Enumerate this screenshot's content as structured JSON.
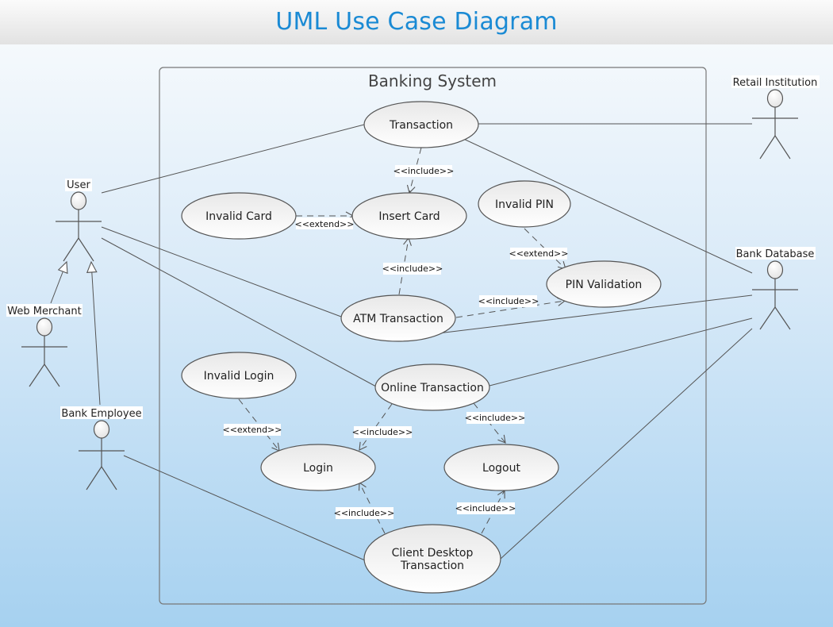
{
  "header": {
    "title": "UML Use Case Diagram"
  },
  "system": {
    "title": "Banking System"
  },
  "actors": [
    {
      "id": "user",
      "label": "User"
    },
    {
      "id": "web-merchant",
      "label": "Web Merchant"
    },
    {
      "id": "bank-employee",
      "label": "Bank Employee"
    },
    {
      "id": "retail-institution",
      "label": "Retail Institution"
    },
    {
      "id": "bank-database",
      "label": "Bank Database"
    }
  ],
  "use_cases": [
    {
      "id": "transaction",
      "label": "Transaction"
    },
    {
      "id": "invalid-card",
      "label": "Invalid Card"
    },
    {
      "id": "insert-card",
      "label": "Insert Card"
    },
    {
      "id": "invalid-pin",
      "label": "Invalid PIN"
    },
    {
      "id": "pin-validation",
      "label": "PIN Validation"
    },
    {
      "id": "atm-transaction",
      "label": "ATM Transaction"
    },
    {
      "id": "invalid-login",
      "label": "Invalid Login"
    },
    {
      "id": "online-transaction",
      "label": "Online Transaction"
    },
    {
      "id": "login",
      "label": "Login"
    },
    {
      "id": "logout",
      "label": "Logout"
    },
    {
      "id": "client-desktop-transaction",
      "label_line1": "Client Desktop",
      "label_line2": "Transaction"
    }
  ],
  "relationships": {
    "include": "<<include>>",
    "extend": "<<extend>>"
  },
  "links": [
    {
      "type": "include",
      "from": "Transaction",
      "to": "Insert Card"
    },
    {
      "type": "extend",
      "from": "Invalid Card",
      "to": "Insert Card"
    },
    {
      "type": "include",
      "from": "ATM Transaction",
      "to": "Insert Card"
    },
    {
      "type": "extend",
      "from": "Invalid PIN",
      "to": "PIN Validation"
    },
    {
      "type": "include",
      "from": "ATM Transaction",
      "to": "PIN Validation"
    },
    {
      "type": "extend",
      "from": "Invalid Login",
      "to": "Login"
    },
    {
      "type": "include",
      "from": "Online Transaction",
      "to": "Login"
    },
    {
      "type": "include",
      "from": "Online Transaction",
      "to": "Logout"
    },
    {
      "type": "include",
      "from": "Client Desktop Transaction",
      "to": "Login"
    },
    {
      "type": "include",
      "from": "Client Desktop Transaction",
      "to": "Logout"
    },
    {
      "type": "generalization",
      "from": "Web Merchant",
      "to": "User"
    },
    {
      "type": "generalization",
      "from": "Bank Employee",
      "to": "User"
    },
    {
      "type": "association",
      "from": "User",
      "to": "Transaction"
    },
    {
      "type": "association",
      "from": "User",
      "to": "ATM Transaction"
    },
    {
      "type": "association",
      "from": "User",
      "to": "Online Transaction"
    },
    {
      "type": "association",
      "from": "Bank Employee",
      "to": "Client Desktop Transaction"
    },
    {
      "type": "association",
      "from": "Retail Institution",
      "to": "Transaction"
    },
    {
      "type": "association",
      "from": "Bank Database",
      "to": "Transaction"
    },
    {
      "type": "association",
      "from": "Bank Database",
      "to": "ATM Transaction"
    },
    {
      "type": "association",
      "from": "Bank Database",
      "to": "Online Transaction"
    },
    {
      "type": "association",
      "from": "Bank Database",
      "to": "Client Desktop Transaction"
    }
  ]
}
